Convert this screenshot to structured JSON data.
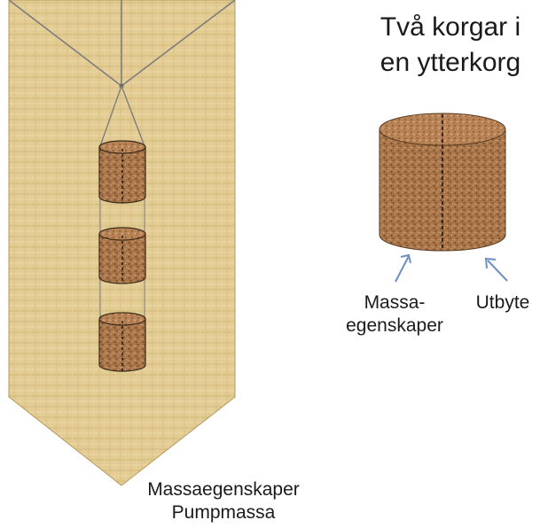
{
  "title": {
    "line1": "Två korgar i",
    "line2": "en ytterkorg"
  },
  "labels": {
    "massa_line1": "Massa-",
    "massa_line2": "egenskaper",
    "utbyte": "Utbyte",
    "bottom_line1": "Massaegenskaper",
    "bottom_line2": "Pumpmassa"
  },
  "colors": {
    "papyrus": "#e3cc93",
    "papyrus_dark": "#c9ae6e",
    "cork": "#a8754a",
    "cork_dark": "#6e4526",
    "arrow": "#6f8fc0",
    "outline": "#4a3a2a"
  },
  "icons": {
    "outer_basket": "outer-basket-icon",
    "inner_basket": "inner-basket-icon",
    "arrow": "arrow-icon"
  }
}
